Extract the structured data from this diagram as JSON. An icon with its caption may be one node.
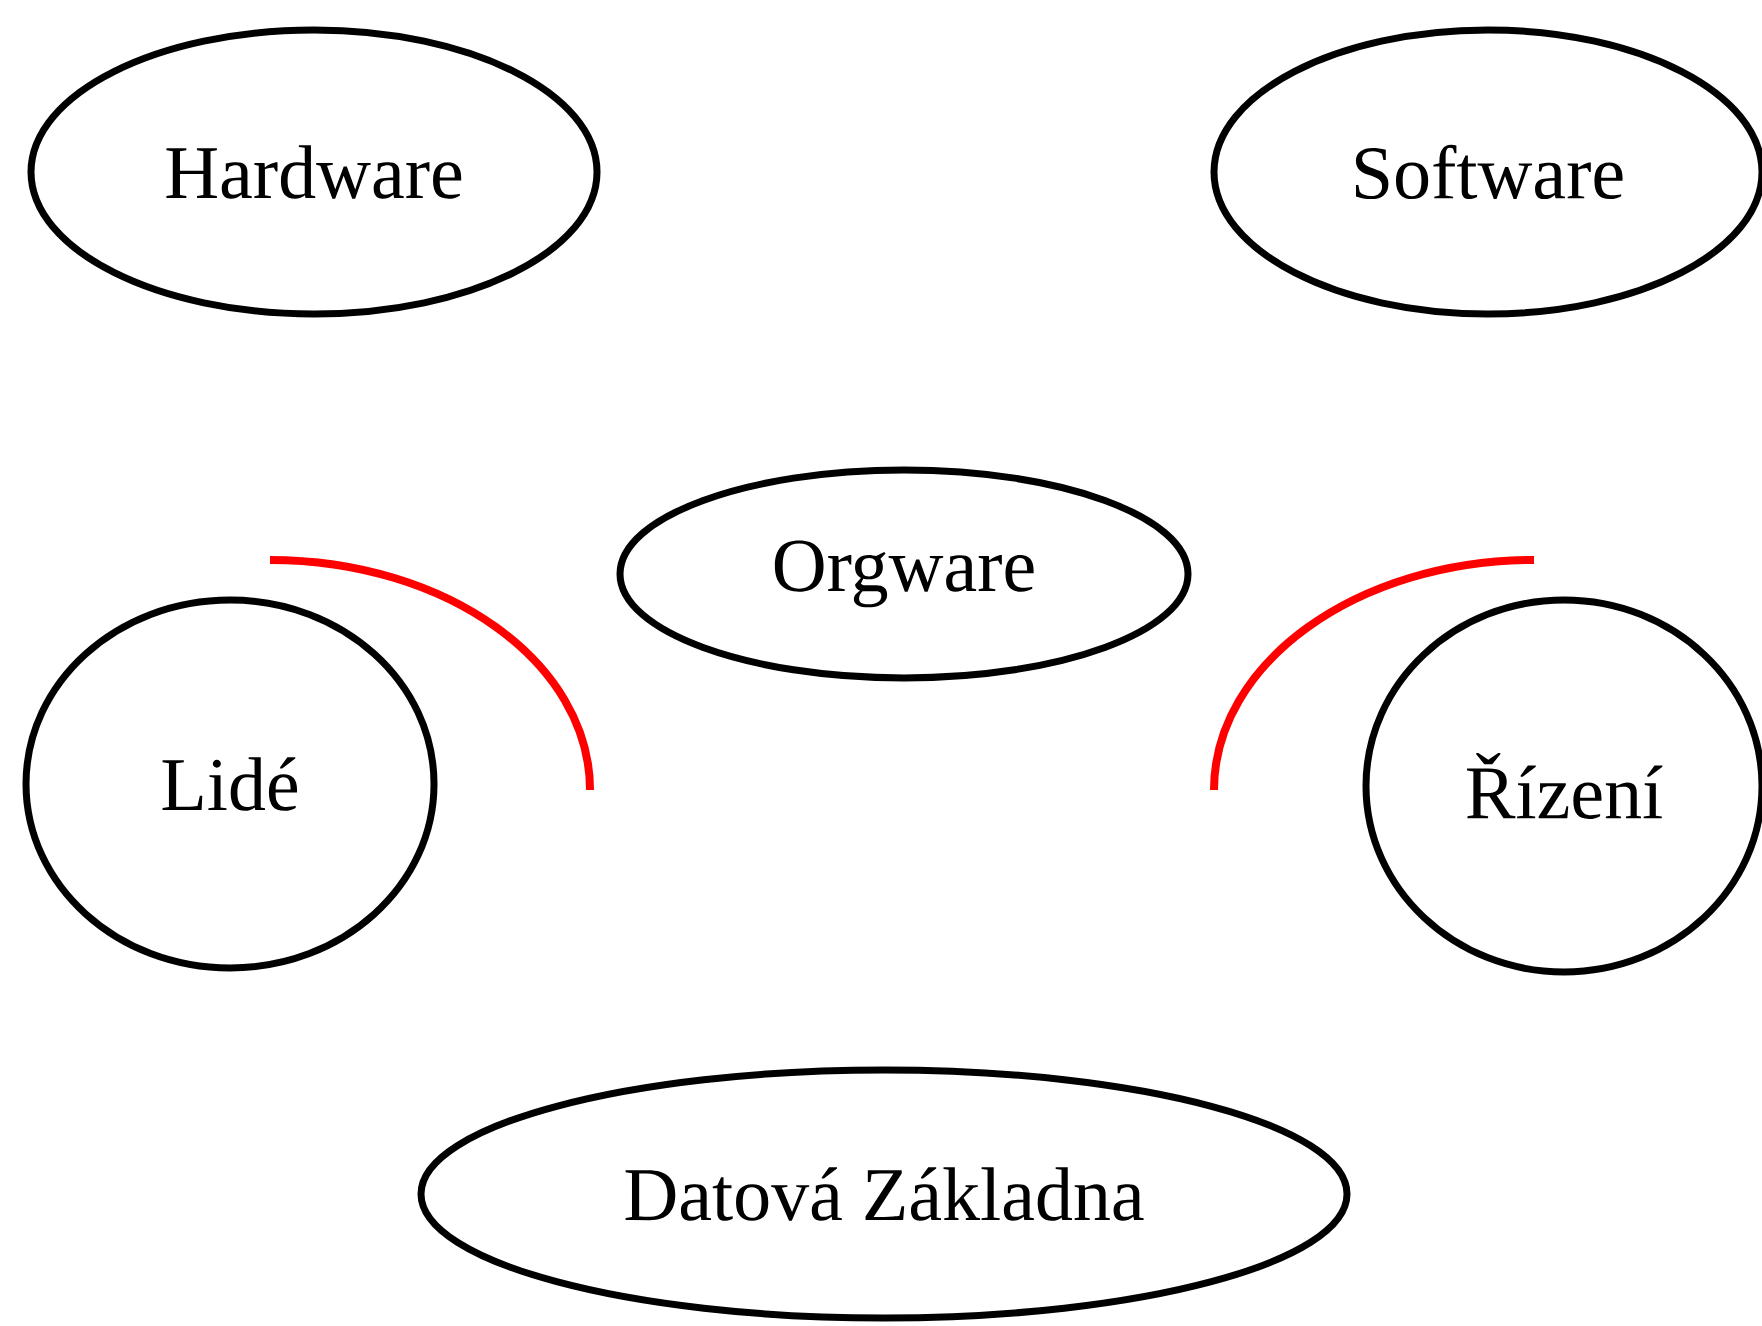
{
  "diagram": {
    "nodes": [
      {
        "text": [
          "Hardware"
        ]
      },
      {
        "text": [
          "Software"
        ]
      },
      {
        "text": [
          "Orgware"
        ]
      },
      {
        "text": [
          "Lidé"
        ]
      },
      {
        "text": [
          "Řízení"
        ]
      },
      {
        "text": [
          "Datová Základna"
        ]
      }
    ]
  }
}
